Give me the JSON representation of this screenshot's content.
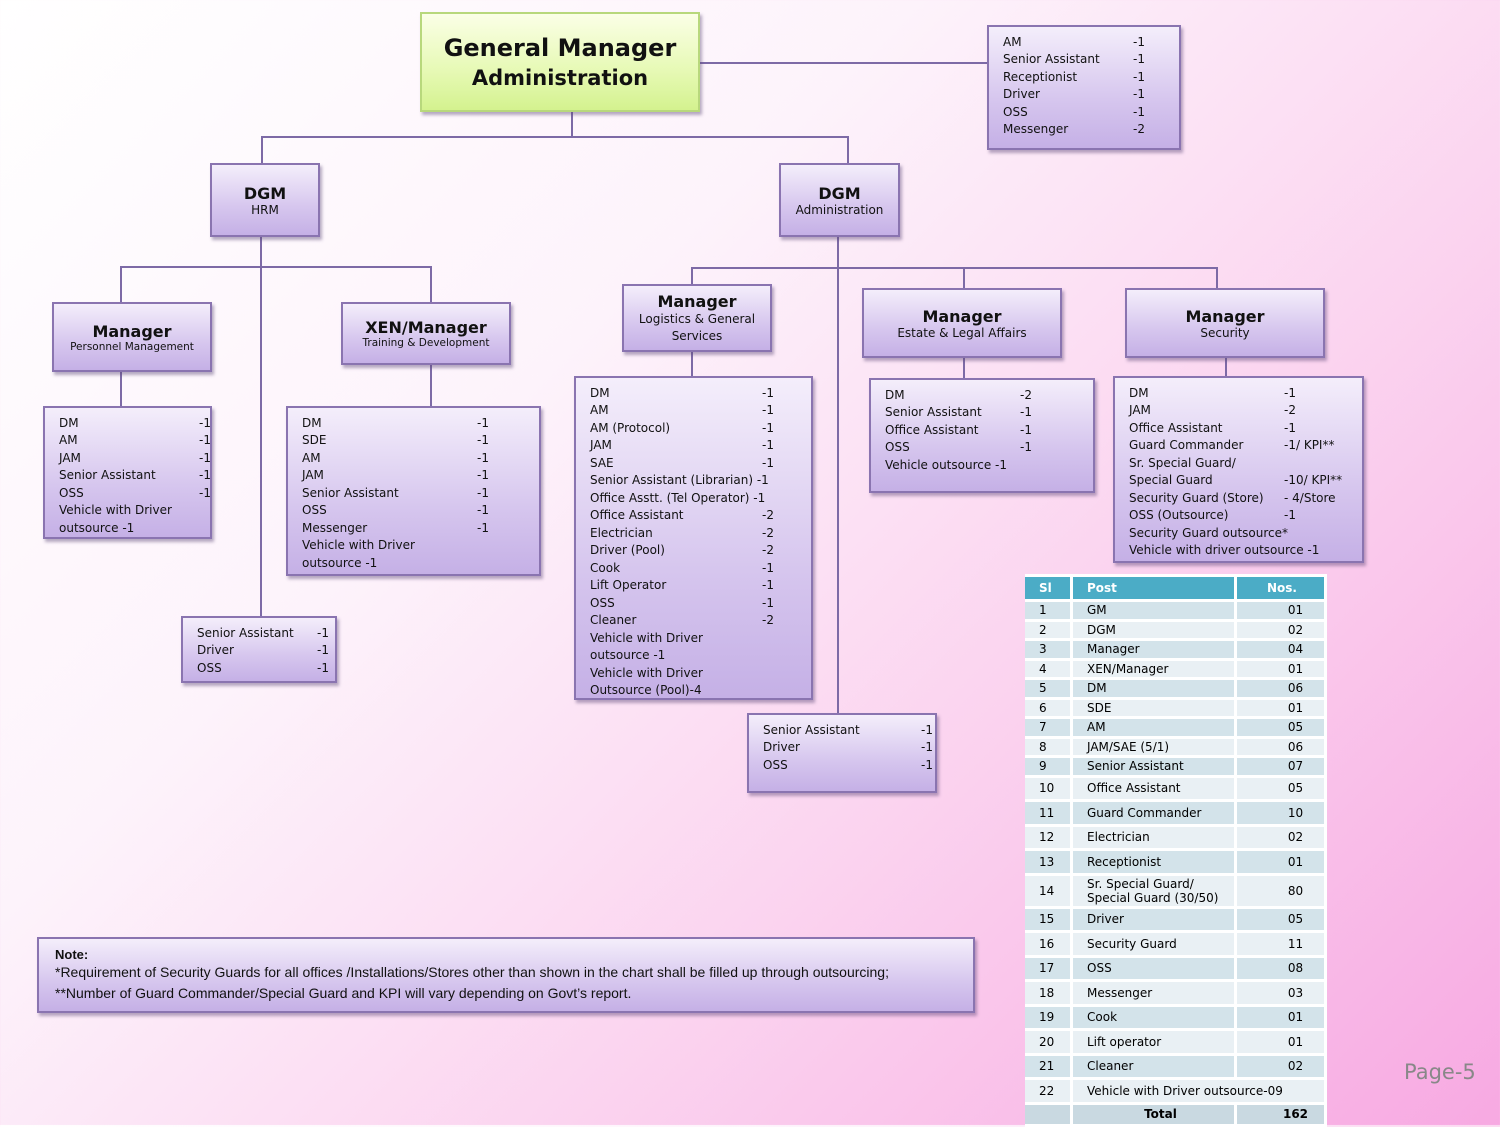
{
  "gm": {
    "title": "General Manager",
    "subtitle": "Administration"
  },
  "gm_staff": [
    [
      "AM",
      "-1"
    ],
    [
      "Senior Assistant",
      "-1"
    ],
    [
      "Receptionist",
      "-1"
    ],
    [
      "Driver",
      "-1"
    ],
    [
      "OSS",
      "-1"
    ],
    [
      "Messenger",
      "-2"
    ]
  ],
  "dgm_hrm": {
    "title": "DGM",
    "subtitle": "HRM"
  },
  "dgm_admin": {
    "title": "DGM",
    "subtitle": "Administration"
  },
  "mgr_personnel": {
    "title": "Manager",
    "subtitle": "Personnel Management"
  },
  "mgr_xen": {
    "title": "XEN/Manager",
    "subtitle": "Training & Development"
  },
  "mgr_logistics": {
    "title": "Manager",
    "subtitle": "Logistics & General Services"
  },
  "mgr_estate": {
    "title": "Manager",
    "subtitle": "Estate & Legal Affairs"
  },
  "mgr_security": {
    "title": "Manager",
    "subtitle": "Security"
  },
  "personnel_staff": [
    [
      "DM",
      "-1"
    ],
    [
      "AM",
      "-1"
    ],
    [
      "JAM",
      "-1"
    ],
    [
      "Senior Assistant",
      "-1"
    ],
    [
      "OSS",
      "-1"
    ],
    [
      "Vehicle with Driver",
      ""
    ],
    [
      "outsource -1",
      ""
    ]
  ],
  "xen_staff": [
    [
      "DM",
      "-1"
    ],
    [
      "SDE",
      "-1"
    ],
    [
      "AM",
      "-1"
    ],
    [
      "JAM",
      "-1"
    ],
    [
      "Senior Assistant",
      "-1"
    ],
    [
      "OSS",
      "-1"
    ],
    [
      "Messenger",
      "-1"
    ],
    [
      "Vehicle with Driver",
      ""
    ],
    [
      "outsource -1",
      ""
    ]
  ],
  "hrm_staff": [
    [
      "Senior Assistant",
      "-1"
    ],
    [
      "Driver",
      "-1"
    ],
    [
      "OSS",
      "-1"
    ]
  ],
  "logistics_staff": [
    [
      "DM",
      "-1"
    ],
    [
      "AM",
      "-1"
    ],
    [
      "AM (Protocol)",
      "-1"
    ],
    [
      "JAM",
      "-1"
    ],
    [
      "SAE",
      "-1"
    ],
    [
      "Senior Assistant (Librarian) -1",
      ""
    ],
    [
      "Office Asstt. (Tel Operator) -1",
      ""
    ],
    [
      "Office Assistant",
      "-2"
    ],
    [
      "Electrician",
      "-2"
    ],
    [
      "Driver (Pool)",
      "-2"
    ],
    [
      "Cook",
      "-1"
    ],
    [
      "Lift Operator",
      "-1"
    ],
    [
      "OSS",
      "-1"
    ],
    [
      "Cleaner",
      "-2"
    ],
    [
      "Vehicle with Driver",
      ""
    ],
    [
      "outsource -1",
      ""
    ],
    [
      "Vehicle with Driver",
      ""
    ],
    [
      "Outsource (Pool)-4",
      ""
    ]
  ],
  "estate_staff": [
    [
      "DM",
      "-2"
    ],
    [
      "Senior Assistant",
      "-1"
    ],
    [
      "Office Assistant",
      "-1"
    ],
    [
      "OSS",
      "-1"
    ],
    [
      "Vehicle outsource -1",
      ""
    ]
  ],
  "security_staff": [
    [
      "DM",
      "-1"
    ],
    [
      "JAM",
      "-2"
    ],
    [
      "Office Assistant",
      "-1"
    ],
    [
      "Guard Commander",
      "-1/ KPI**"
    ],
    [
      "Sr. Special Guard/",
      ""
    ],
    [
      "Special Guard",
      "-10/ KPI**"
    ],
    [
      "Security Guard (Store)",
      "- 4/Store"
    ],
    [
      "OSS (Outsource)",
      "-1"
    ],
    [
      "Security Guard outsource*",
      ""
    ],
    [
      "Vehicle with driver outsource -1",
      ""
    ]
  ],
  "admin_staff": [
    [
      "Senior Assistant",
      "-1"
    ],
    [
      "Driver",
      "-1"
    ],
    [
      "OSS",
      "-1"
    ]
  ],
  "table": {
    "headers": [
      "Sl",
      "Post",
      "Nos."
    ],
    "rows": [
      [
        "1",
        "GM",
        "01"
      ],
      [
        "2",
        "DGM",
        "02"
      ],
      [
        "3",
        "Manager",
        "04"
      ],
      [
        "4",
        "XEN/Manager",
        "01"
      ],
      [
        "5",
        "DM",
        "06"
      ],
      [
        "6",
        "SDE",
        "01"
      ],
      [
        "7",
        "AM",
        "05"
      ],
      [
        "8",
        "JAM/SAE (5/1)",
        "06"
      ],
      [
        "9",
        "Senior Assistant",
        "07"
      ],
      [
        "10",
        "Office Assistant",
        "05"
      ],
      [
        "11",
        "Guard Commander",
        "10"
      ],
      [
        "12",
        "Electrician",
        "02"
      ],
      [
        "13",
        "Receptionist",
        "01"
      ],
      [
        "14",
        "Sr. Special Guard/ Special Guard (30/50)",
        "80"
      ],
      [
        "15",
        "Driver",
        "05"
      ],
      [
        "16",
        "Security Guard",
        "11"
      ],
      [
        "17",
        "OSS",
        "08"
      ],
      [
        "18",
        "Messenger",
        "03"
      ],
      [
        "19",
        "Cook",
        "01"
      ],
      [
        "20",
        "Lift operator",
        "01"
      ],
      [
        "21",
        "Cleaner",
        "02"
      ],
      [
        "22",
        "Vehicle with Driver outsource-09",
        ""
      ]
    ],
    "total_label": "Total",
    "total_value": "162"
  },
  "note": {
    "heading": "Note:",
    "line1": "*Requirement of Security Guards for all  offices /Installations/Stores other than shown in the chart shall be filled up through outsourcing;",
    "line2": "**Number of Guard Commander/Special Guard and KPI will vary depending on Govt’s report."
  },
  "page_label": "Page-5",
  "colors": {
    "box_border": "#8a74b0",
    "gm_fill": "#e6f9b4",
    "table_header": "#4bacc6"
  }
}
